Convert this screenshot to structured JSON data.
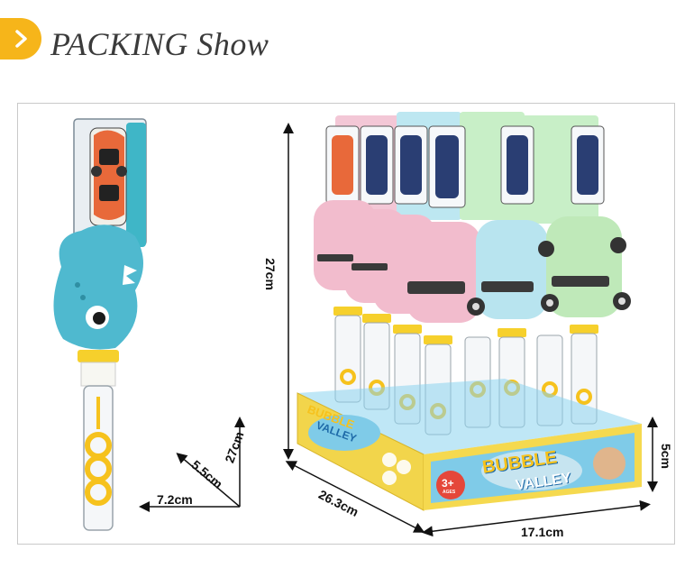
{
  "header": {
    "title": "PACKING Show",
    "badge_color": "#f6b51a"
  },
  "dimensions": {
    "height": "27cm",
    "depth": "26.3cm",
    "width": "17.1cm",
    "tray_height": "5cm",
    "axis_depth": "5.5cm",
    "axis_height": "27cm",
    "axis_width": "7.2cm"
  },
  "box_brand": {
    "line1": "BUBBLE",
    "line2": "VALLEY",
    "age_badge": "3+",
    "age_sub": "AGES"
  }
}
